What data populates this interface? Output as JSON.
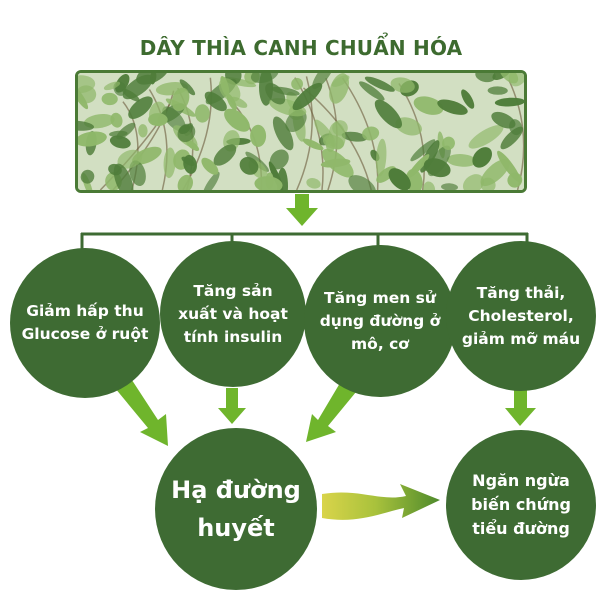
{
  "title": "DÂY THÌA CANH CHUẨN HÓA",
  "image": {
    "subject": "plant-foliage",
    "colors": {
      "leaf_dark": "#4f7d3a",
      "leaf_light": "#8fb86a",
      "stem": "#6b5a3a",
      "bg": "#dfe7d2"
    }
  },
  "effects": [
    {
      "text": "Giảm hấp thu Glucose ở ruột"
    },
    {
      "text": "Tăng sản xuất và hoạt tính insulin"
    },
    {
      "text": "Tăng men sử dụng đường ở mô, cơ"
    },
    {
      "text": "Tăng thải, Cholesterol, giảm mỡ máu"
    }
  ],
  "outcomes": {
    "main": "Hạ đường huyết",
    "secondary": "Ngăn ngừa biến chứng tiểu đường"
  },
  "colors": {
    "circle": "#3e6b33",
    "title": "#3d6b2f",
    "connector": "#3e6b33",
    "arrow": "#6fb52c",
    "big_arrow_yellow": "#d9d44a",
    "big_arrow_green": "#4e8a2c"
  }
}
